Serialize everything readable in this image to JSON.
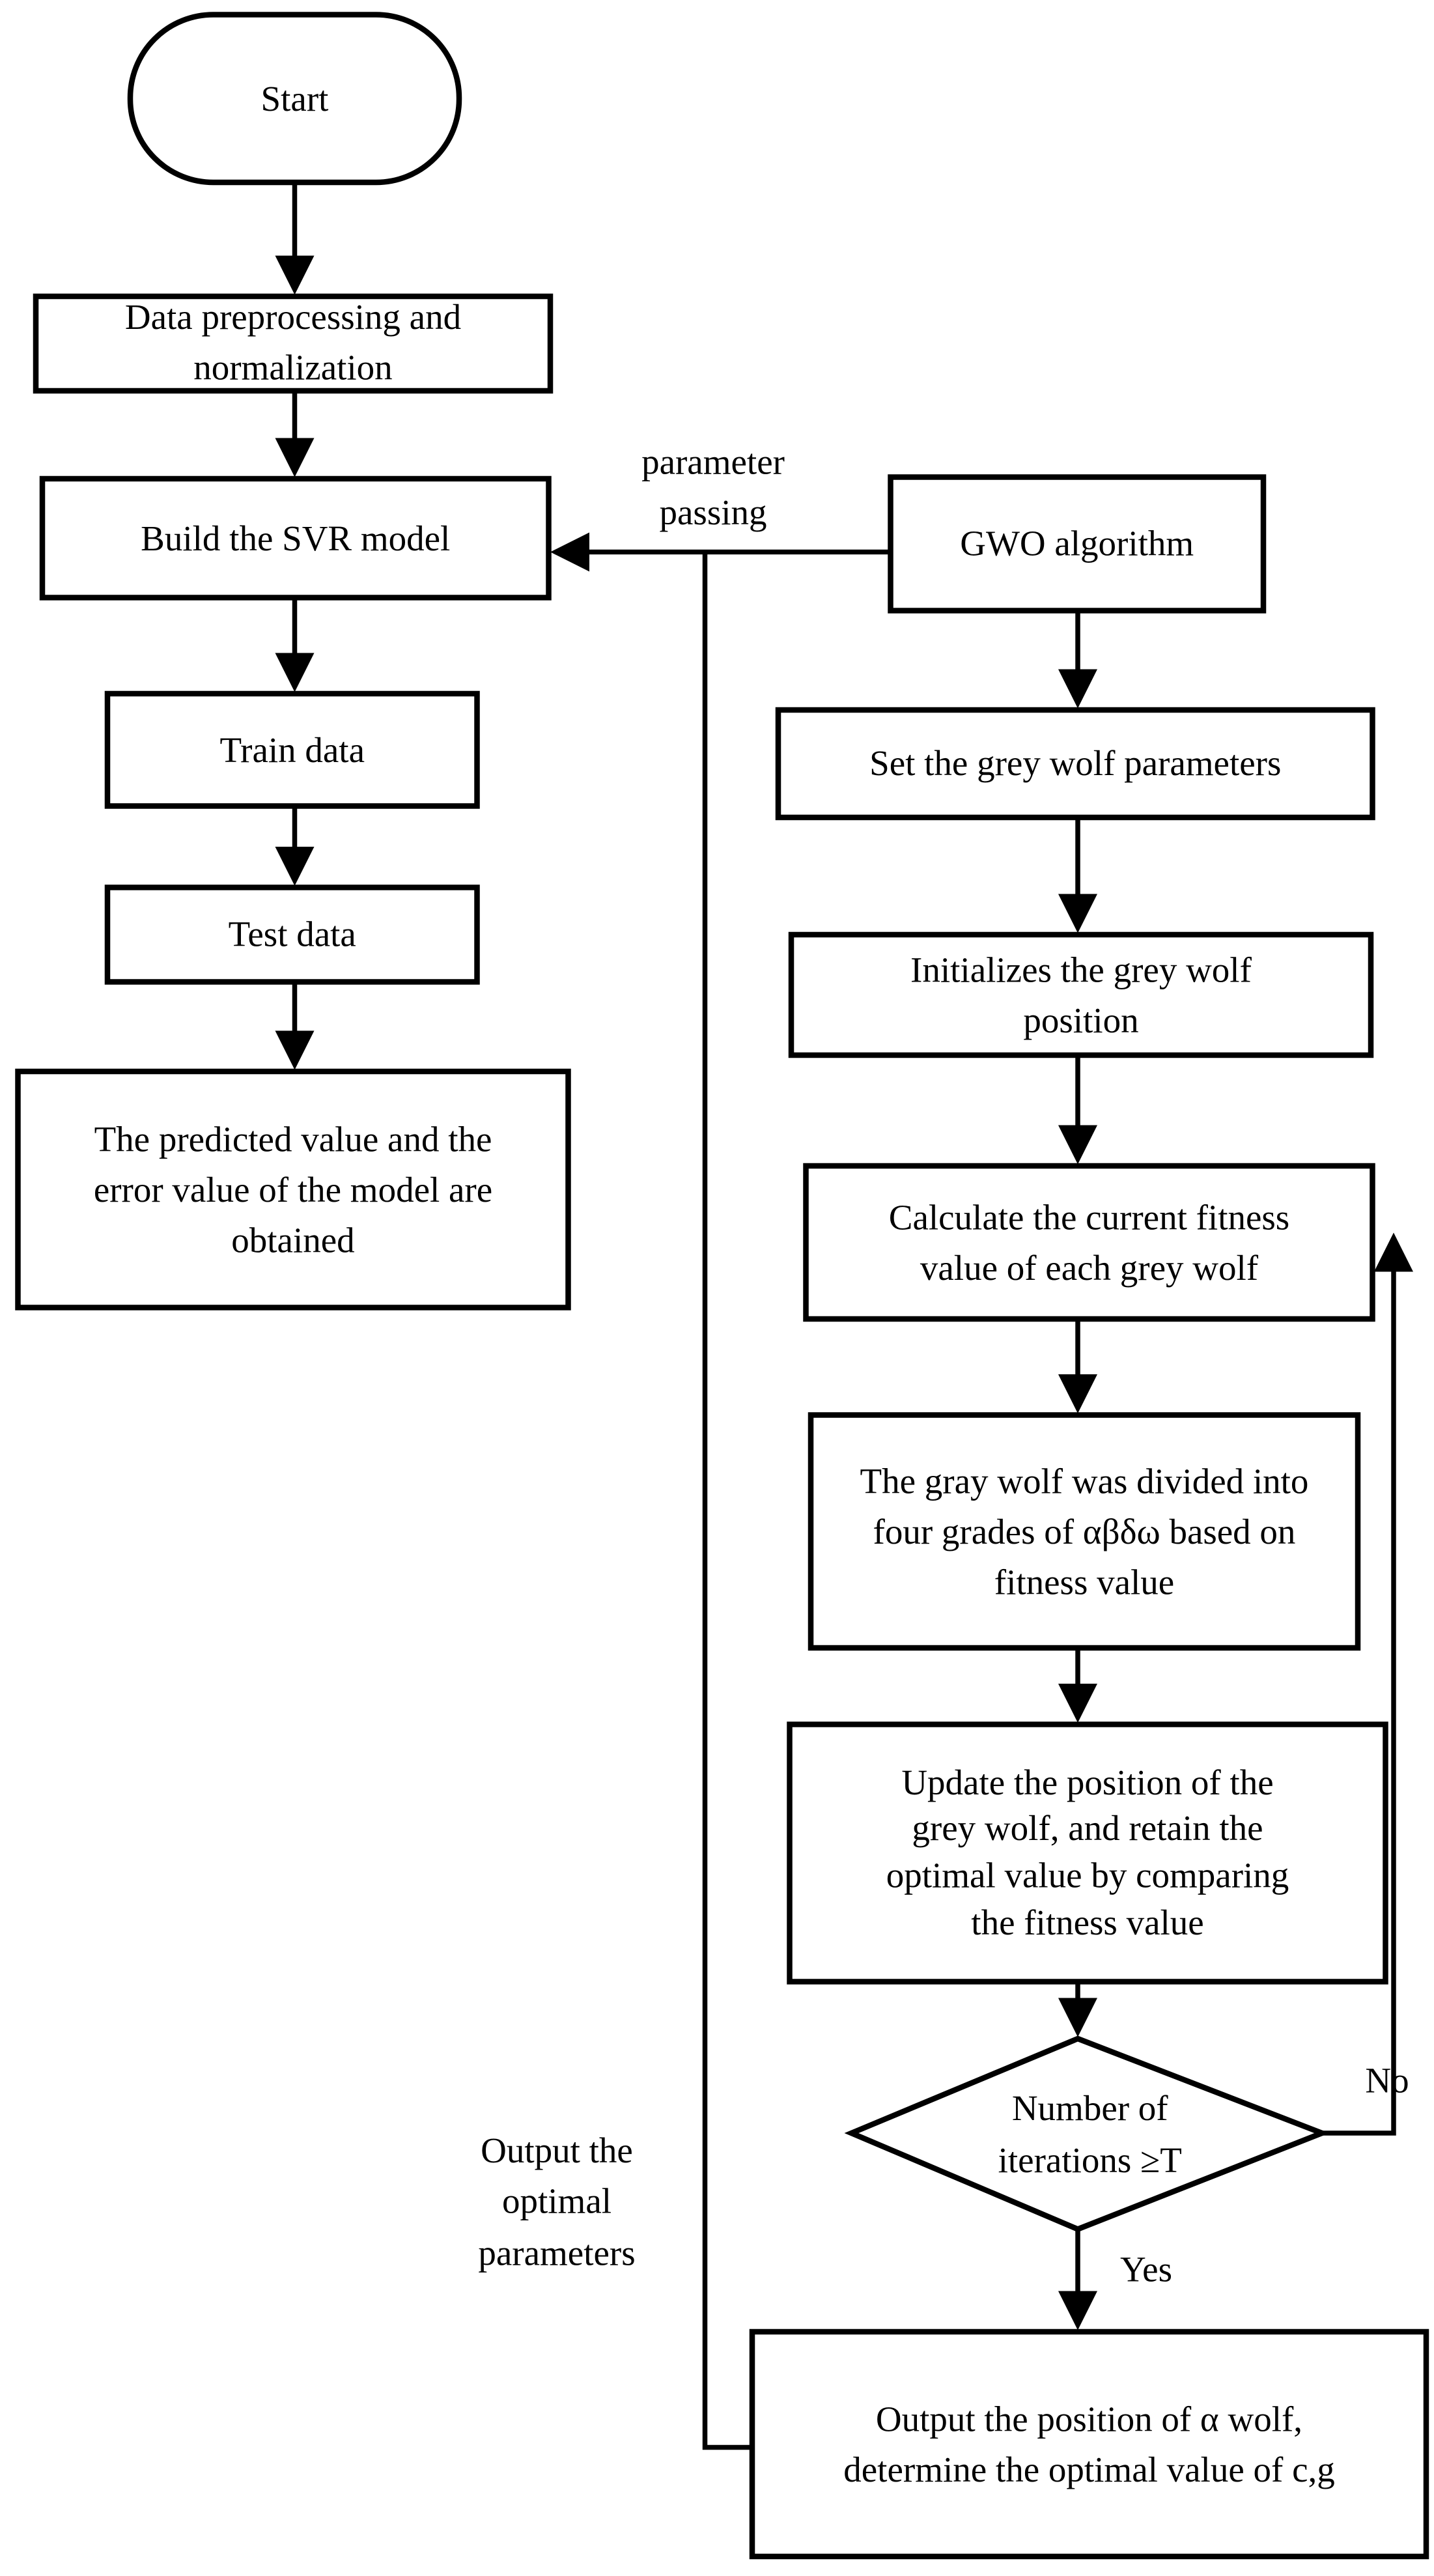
{
  "diagram": {
    "type": "flowchart",
    "colors": {
      "stroke": "#000000",
      "shape_fill": "#ffffff",
      "background": "#ffffff",
      "text": "#000000"
    }
  },
  "nodes": {
    "start": {
      "shape": "terminator",
      "label": "Start"
    },
    "preprocess": {
      "shape": "process",
      "label": "Data preprocessing and\nnormalization"
    },
    "build_svr": {
      "shape": "process",
      "label": "Build the SVR model"
    },
    "train_data": {
      "shape": "process",
      "label": "Train data"
    },
    "test_data": {
      "shape": "process",
      "label": "Test data"
    },
    "predicted": {
      "shape": "process",
      "label": "The predicted value and the\nerror value of the model are\nobtained"
    },
    "gwo": {
      "shape": "process",
      "label": "GWO algorithm"
    },
    "set_params": {
      "shape": "process",
      "label": "Set the grey wolf parameters"
    },
    "init_position": {
      "shape": "process",
      "label": "Initializes the grey wolf\nposition"
    },
    "calc_fitness": {
      "shape": "process",
      "label": "Calculate the current fitness\nvalue of each grey wolf"
    },
    "divide_grades": {
      "shape": "process",
      "label": "The gray wolf was divided into\nfour grades of αβδω based on\nfitness value"
    },
    "update_position": {
      "shape": "process",
      "label": "Update the position of the\ngrey wolf,  and retain the\noptimal value by comparing\nthe fitness value"
    },
    "decision_iterations": {
      "shape": "decision",
      "label": "Number of\niterations ≥T"
    },
    "output_alpha": {
      "shape": "process",
      "label": "Output the position of α wolf,\ndetermine the optimal value of c,g"
    }
  },
  "edge_labels": {
    "parameter_passing": "parameter\npassing",
    "output_optimal": "Output the\noptimal\nparameters",
    "no": "No",
    "yes": "Yes"
  }
}
